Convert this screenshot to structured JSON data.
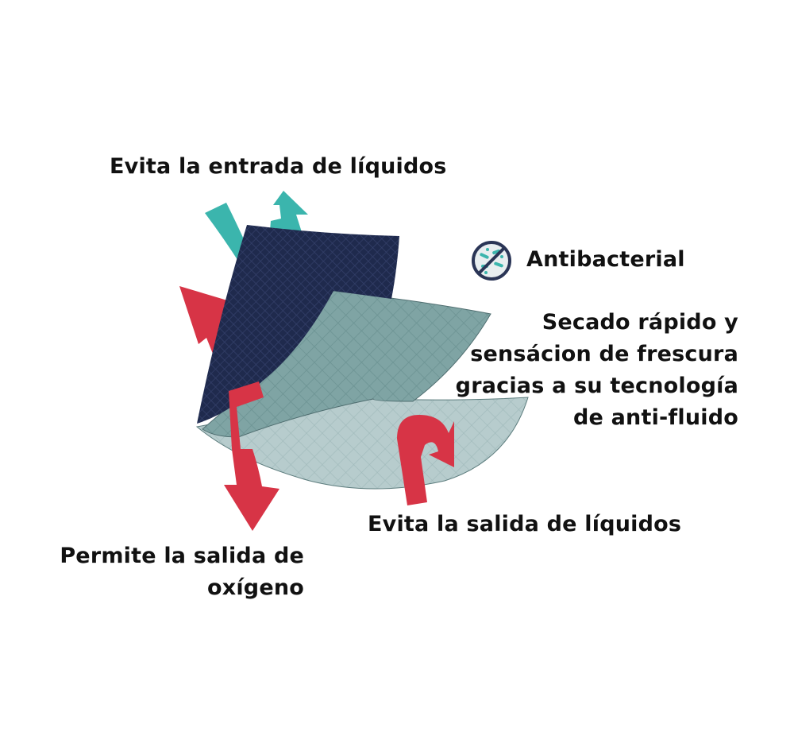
{
  "diagram": {
    "type": "fabric-layers-infographic",
    "labels": {
      "entrada": "Evita la entrada de líquidos",
      "antibacterial": "Antibacterial",
      "secado": [
        "Secado rápido y",
        "sensácion de frescura",
        "gracias a su tecnología",
        "de anti-fluido"
      ],
      "salida_liquidos": "Evita la salida de líquidos",
      "oxigeno": [
        "Permite la salida de",
        "oxígeno"
      ]
    },
    "layers": [
      {
        "name": "outer-layer",
        "color": "#1f2a4d"
      },
      {
        "name": "middle-layer",
        "color": "#7fa4a4"
      },
      {
        "name": "inner-layer",
        "color": "#b7cccd"
      }
    ],
    "arrows": [
      {
        "name": "teal-arrow-in",
        "color": "#3bb5ad"
      },
      {
        "name": "teal-arrow-out",
        "color": "#3bb5ad"
      },
      {
        "name": "red-arrow-up",
        "color": "#d73446"
      },
      {
        "name": "red-arrow-down",
        "color": "#d73446"
      },
      {
        "name": "red-arrow-curve",
        "color": "#d73446"
      }
    ],
    "icons": {
      "antibacterial": "antibacterial-icon"
    }
  }
}
